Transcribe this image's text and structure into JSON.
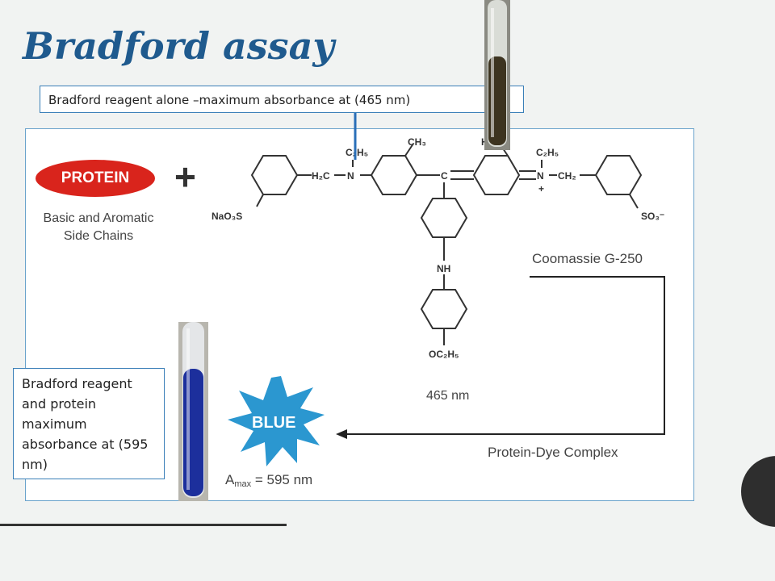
{
  "slide": {
    "title": "Bradford assay",
    "callout_top": "Bradford reagent alone –maximum absorbance at (465 nm)",
    "callout_left": "Bradford reagent and protein maximum absorbance at (595 nm)"
  },
  "diagram": {
    "protein_badge": "PROTEIN",
    "side_chains_line1": "Basic and Aromatic",
    "side_chains_line2": "Side Chains",
    "plus": "+",
    "dye_name": "Coomassie G-250",
    "dye_wavelength": "465 nm",
    "complex_label": "Protein-Dye Complex",
    "blue_badge": "BLUE",
    "amax_main": "A",
    "amax_sub": "max",
    "amax_value": " = 595 nm",
    "chem": {
      "h2c": "H₂C",
      "n1": "N",
      "c2h5_1": "C₂H₅",
      "ch3_1": "CH₃",
      "h3c": "H₃C",
      "c_center": "C",
      "n2": "N",
      "c2h5_2": "C₂H₅",
      "ch2": "CH₂",
      "plus_charge": "+",
      "nao3s": "NaO₃S",
      "so3": "SO₃⁻",
      "nh": "NH",
      "oc2h5": "OC₂H₅"
    }
  },
  "colors": {
    "title": "#1f5a8e",
    "callout_border": "#3a7fb8",
    "arrow": "#2a6fb8",
    "protein_red": "#d9241c",
    "starburst_blue": "#2b97d0",
    "reagent_brown": "#3d3420",
    "solution_blue": "#1c2f9c"
  }
}
